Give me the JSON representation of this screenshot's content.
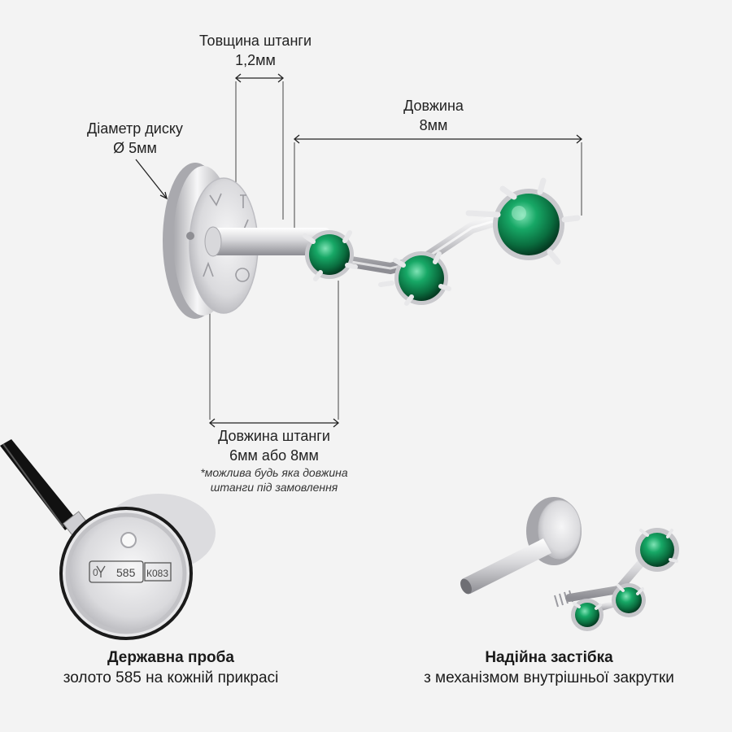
{
  "dimensions": {
    "bar_thickness": {
      "title": "Товщина штанги",
      "value": "1,2мм"
    },
    "length": {
      "title": "Довжина",
      "value": "8мм"
    },
    "disc_diameter": {
      "title": "Діаметр диску",
      "value": "Ø 5мм"
    },
    "bar_length": {
      "title": "Довжина штанги",
      "value": "6мм або 8мм",
      "note_line1": "*можлива будь яка довжина",
      "note_line2": "штанги під замовлення"
    }
  },
  "features": [
    {
      "title": "Державна проба",
      "subtitle": "золото 585 на кожній прикрасі"
    },
    {
      "title": "Надійна застібка",
      "subtitle": "з механізмом внутрішньої закрутки"
    }
  ],
  "hallmark": {
    "sign": "0",
    "fineness": "585",
    "code": "К083"
  },
  "colors": {
    "background": "#f3f3f3",
    "gem": "#0e8a52",
    "metal": "#d9d9dc",
    "guide_line": "#222222"
  }
}
